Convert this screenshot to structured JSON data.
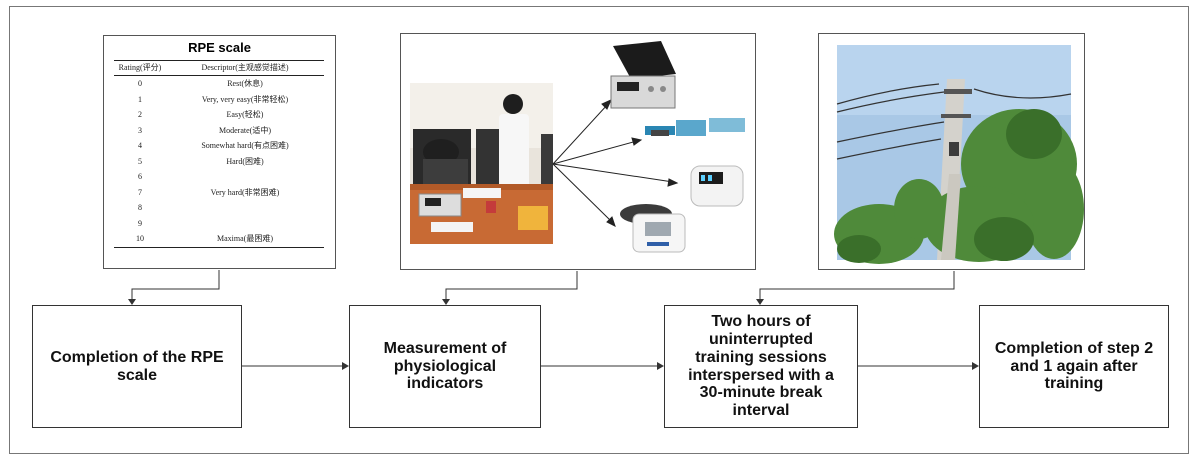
{
  "rpe": {
    "title": "RPE scale",
    "headers": [
      "Rating(评分)",
      "Descriptor(主观感觉描述)"
    ],
    "rows": [
      {
        "rating": "0",
        "descriptor": "Rest(休息)"
      },
      {
        "rating": "1",
        "descriptor": "Very, very easy(非常轻松)"
      },
      {
        "rating": "2",
        "descriptor": "Easy(轻松)"
      },
      {
        "rating": "3",
        "descriptor": "Moderate(适中)"
      },
      {
        "rating": "4",
        "descriptor": "Somewhat hard(有点困难)"
      },
      {
        "rating": "5",
        "descriptor": "Hard(困难)"
      },
      {
        "rating": "6",
        "descriptor": ""
      },
      {
        "rating": "7",
        "descriptor": "Very hard(非常困难)"
      },
      {
        "rating": "8",
        "descriptor": ""
      },
      {
        "rating": "9",
        "descriptor": ""
      },
      {
        "rating": "10",
        "descriptor": "Maxima(最困难)"
      }
    ]
  },
  "steps": [
    {
      "label": "Completion of the RPE scale"
    },
    {
      "label": "Measurement of physiological indicators"
    },
    {
      "label": "Two hours of uninterrupted training sessions interspersed with a 30-minute break interval"
    },
    {
      "label": "Completion of step 2 and 1 again after training"
    }
  ],
  "colors": {
    "line": "#333333",
    "border": "#555555",
    "sky": "#a9c8e6",
    "foliage": "#4f8a3a"
  }
}
